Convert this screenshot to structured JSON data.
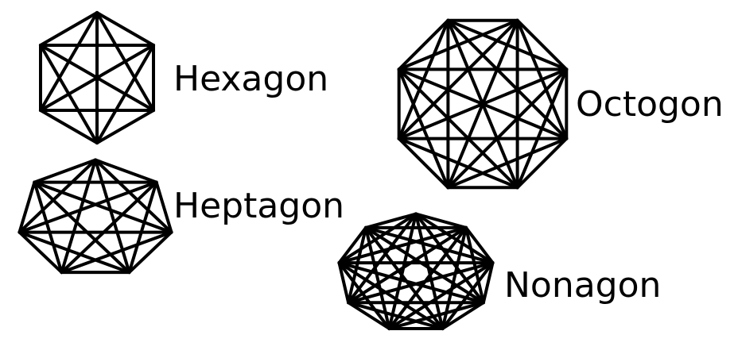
{
  "figure": {
    "stroke_color": "#000000",
    "background_color": "#ffffff",
    "description_style": "complete-graph"
  },
  "shapes": [
    {
      "id": "hexagon",
      "label": "Hexagon",
      "sides": 6
    },
    {
      "id": "octogon",
      "label": "Octogon",
      "sides": 8
    },
    {
      "id": "heptagon",
      "label": "Heptagon",
      "sides": 7
    },
    {
      "id": "nonagon",
      "label": "Nonagon",
      "sides": 9
    }
  ]
}
